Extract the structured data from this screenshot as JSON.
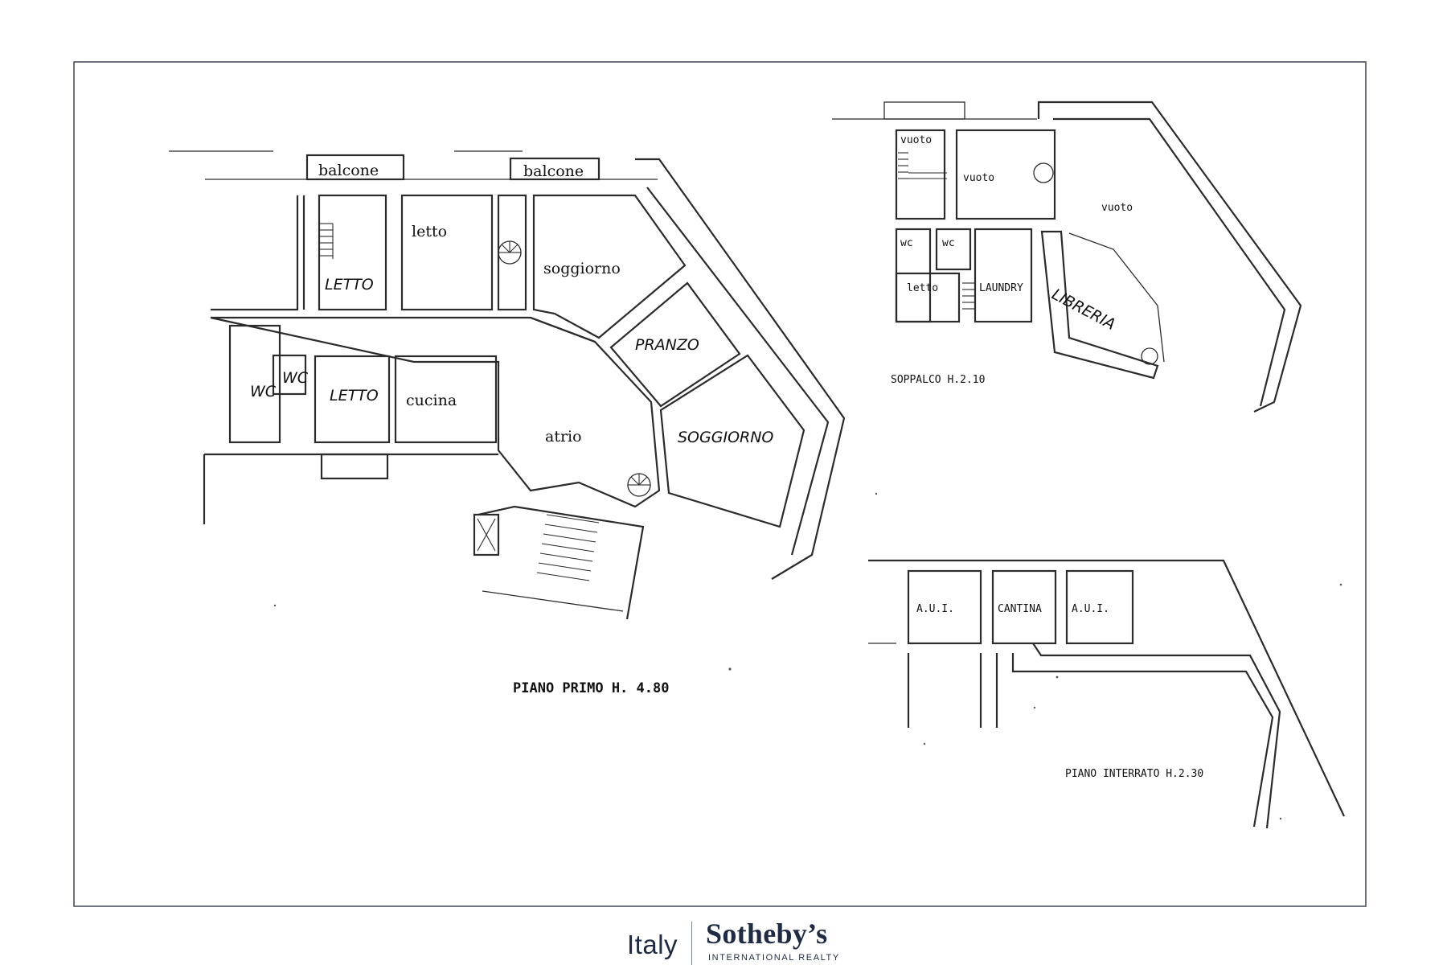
{
  "piano_primo": {
    "caption": "PIANO PRIMO H. 4.80",
    "rooms": {
      "balcone_1": "balcone",
      "balcone_2": "balcone",
      "letto_1": "letto",
      "letto_2": "LETTO",
      "soggiorno_1": "soggiorno",
      "pranzo": "PRANZO",
      "wc_1": "WC",
      "wc_2": "WC",
      "letto_3": "LETTO",
      "cucina": "cucina",
      "atrio": "atrio",
      "soggiorno_2": "SOGGIORNO"
    }
  },
  "soppalco": {
    "caption": "SOPPALCO H.2.10",
    "rooms": {
      "vuoto_1": "vuoto",
      "vuoto_2": "vuoto",
      "vuoto_3": "vuoto",
      "wc_1": "wc",
      "wc_2": "wc",
      "letto": "letto",
      "laundry": "LAUNDRY",
      "libreria": "LIBRERIA"
    }
  },
  "piano_interrato": {
    "caption": "PIANO INTERRATO H.2.30",
    "rooms": {
      "aui_1": "A.U.I.",
      "cantina": "CANTINA",
      "aui_2": "A.U.I."
    }
  },
  "branding": {
    "region": "Italy",
    "brand": "Sotheby’s",
    "subtitle": "INTERNATIONAL REALTY"
  },
  "colors": {
    "frame": "#4a4f5c",
    "ink": "#2b2b2b",
    "brand": "#1f2a44"
  }
}
